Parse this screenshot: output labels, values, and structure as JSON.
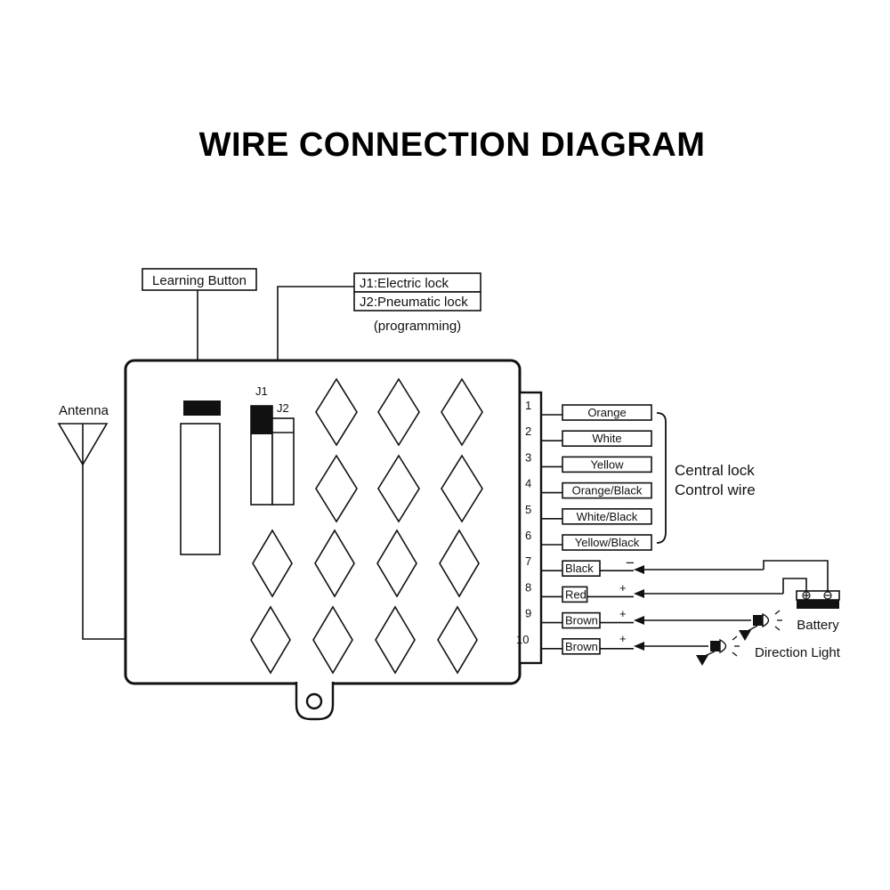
{
  "title": "WIRE CONNECTION DIAGRAM",
  "labels": {
    "learning_button": "Learning Button",
    "jumper_j1": "J1:Electric lock",
    "jumper_j2": "J2:Pneumatic lock",
    "programming": "(programming)",
    "antenna": "Antenna",
    "j1": "J1",
    "j2": "J2",
    "central_lock_line1": "Central lock",
    "central_lock_line2": "Control wire",
    "battery": "Battery",
    "direction_light": "Direction Light",
    "minus": "−",
    "plus": "+"
  },
  "pins": [
    {
      "num": "1",
      "color": "Orange"
    },
    {
      "num": "2",
      "color": "White"
    },
    {
      "num": "3",
      "color": "Yellow"
    },
    {
      "num": "4",
      "color": "Orange/Black"
    },
    {
      "num": "5",
      "color": "White/Black"
    },
    {
      "num": "6",
      "color": "Yellow/Black"
    },
    {
      "num": "7",
      "color": "Black"
    },
    {
      "num": "8",
      "color": "Red"
    },
    {
      "num": "9",
      "color": "Brown"
    },
    {
      "num": "10",
      "color": "Brown"
    }
  ]
}
